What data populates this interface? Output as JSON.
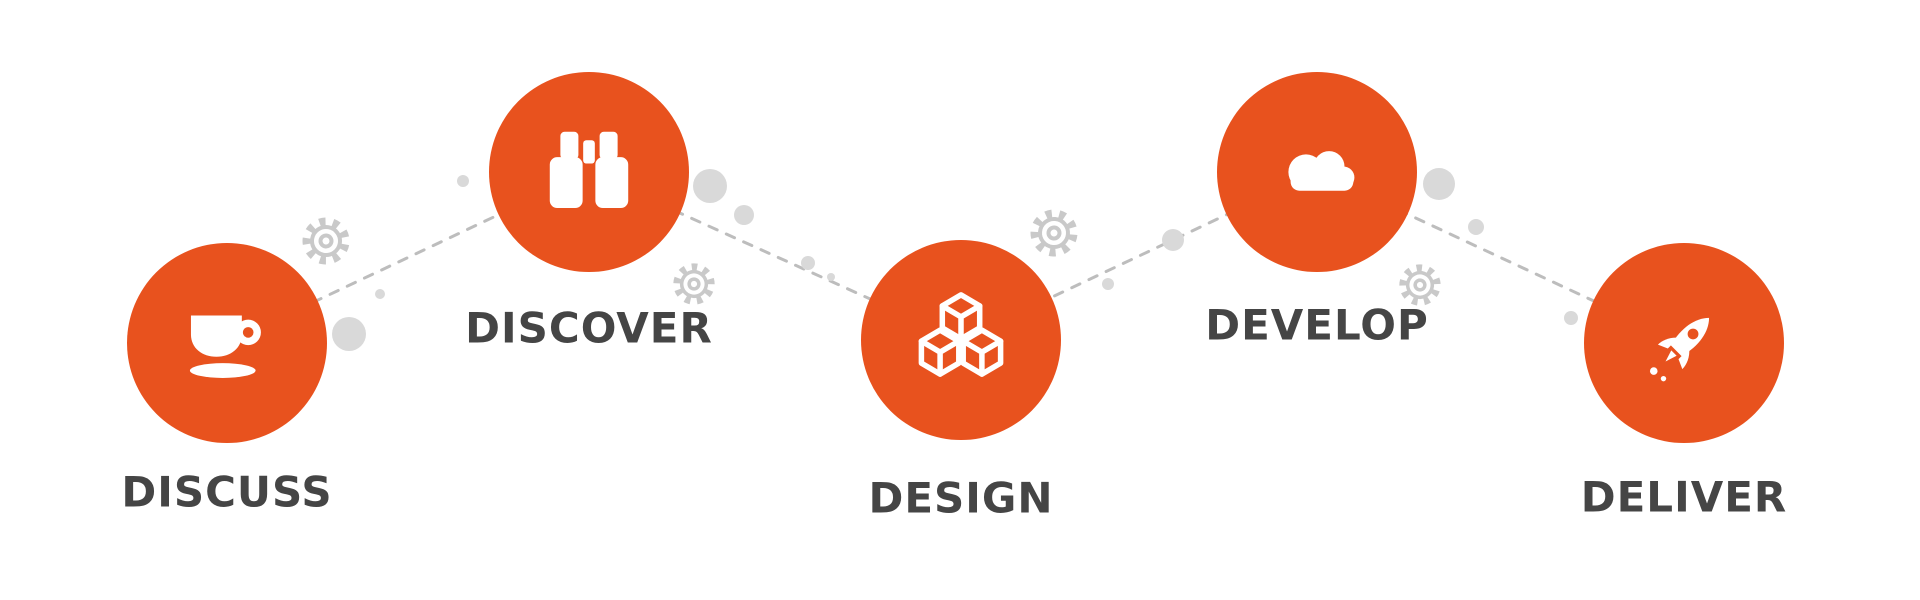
{
  "diagram": {
    "steps": [
      {
        "label": "DISCUSS",
        "icon": "coffee-cup-icon"
      },
      {
        "label": "DISCOVER",
        "icon": "binoculars-icon"
      },
      {
        "label": "DESIGN",
        "icon": "cubes-icon"
      },
      {
        "label": "DEVELOP",
        "icon": "cloud-icon"
      },
      {
        "label": "DELIVER",
        "icon": "rocket-icon"
      }
    ],
    "colors": {
      "accent": "#E8521E",
      "label": "#454545",
      "connector": "#BDBDBD",
      "decoration": "#D9D9D9",
      "gear": "#C9C9C9",
      "background": "#FFFFFF"
    }
  }
}
